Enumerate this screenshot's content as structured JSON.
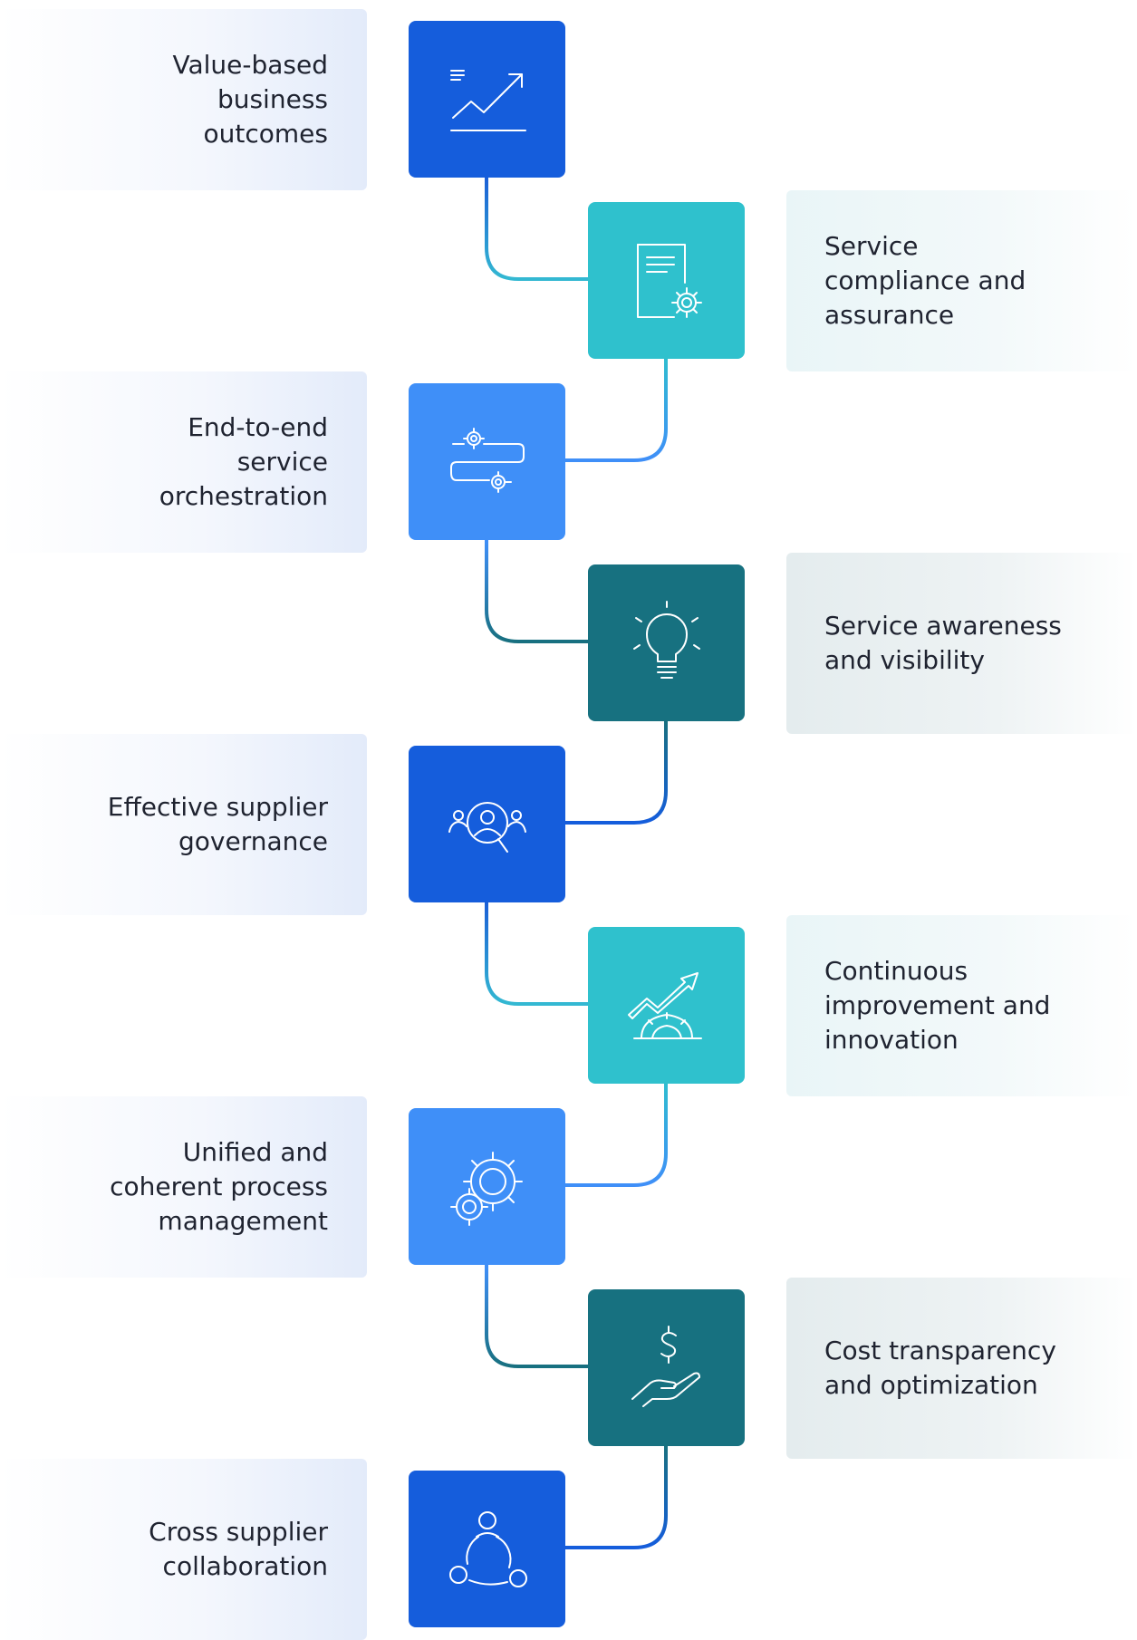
{
  "items": [
    {
      "lines": [
        "Value-based",
        "business",
        "outcomes"
      ],
      "icon": "growth-chart-icon",
      "color": "#155ddc",
      "side": "left"
    },
    {
      "lines": [
        "Service",
        "compliance and",
        "assurance"
      ],
      "icon": "document-gear-icon",
      "color": "#2fc1cd",
      "side": "right"
    },
    {
      "lines": [
        "End-to-end",
        "service",
        "orchestration"
      ],
      "icon": "workflow-gears-icon",
      "color": "#3f8ff8",
      "side": "left"
    },
    {
      "lines": [
        "Service awareness",
        "and visibility"
      ],
      "icon": "lightbulb-icon",
      "color": "#177180",
      "side": "right"
    },
    {
      "lines": [
        "Effective supplier",
        "governance"
      ],
      "icon": "people-search-icon",
      "color": "#155ddc",
      "side": "left"
    },
    {
      "lines": [
        "Continuous",
        "improvement and",
        "innovation"
      ],
      "icon": "growth-gear-icon",
      "color": "#2fc1cd",
      "side": "right"
    },
    {
      "lines": [
        "Unified and",
        "coherent process",
        "management"
      ],
      "icon": "gears-icon",
      "color": "#3f8ff8",
      "side": "left"
    },
    {
      "lines": [
        "Cost transparency",
        "and optimization"
      ],
      "icon": "hand-dollar-icon",
      "color": "#177180",
      "side": "right"
    },
    {
      "lines": [
        "Cross supplier",
        "collaboration"
      ],
      "icon": "network-icon",
      "color": "#155ddc",
      "side": "left"
    }
  ]
}
